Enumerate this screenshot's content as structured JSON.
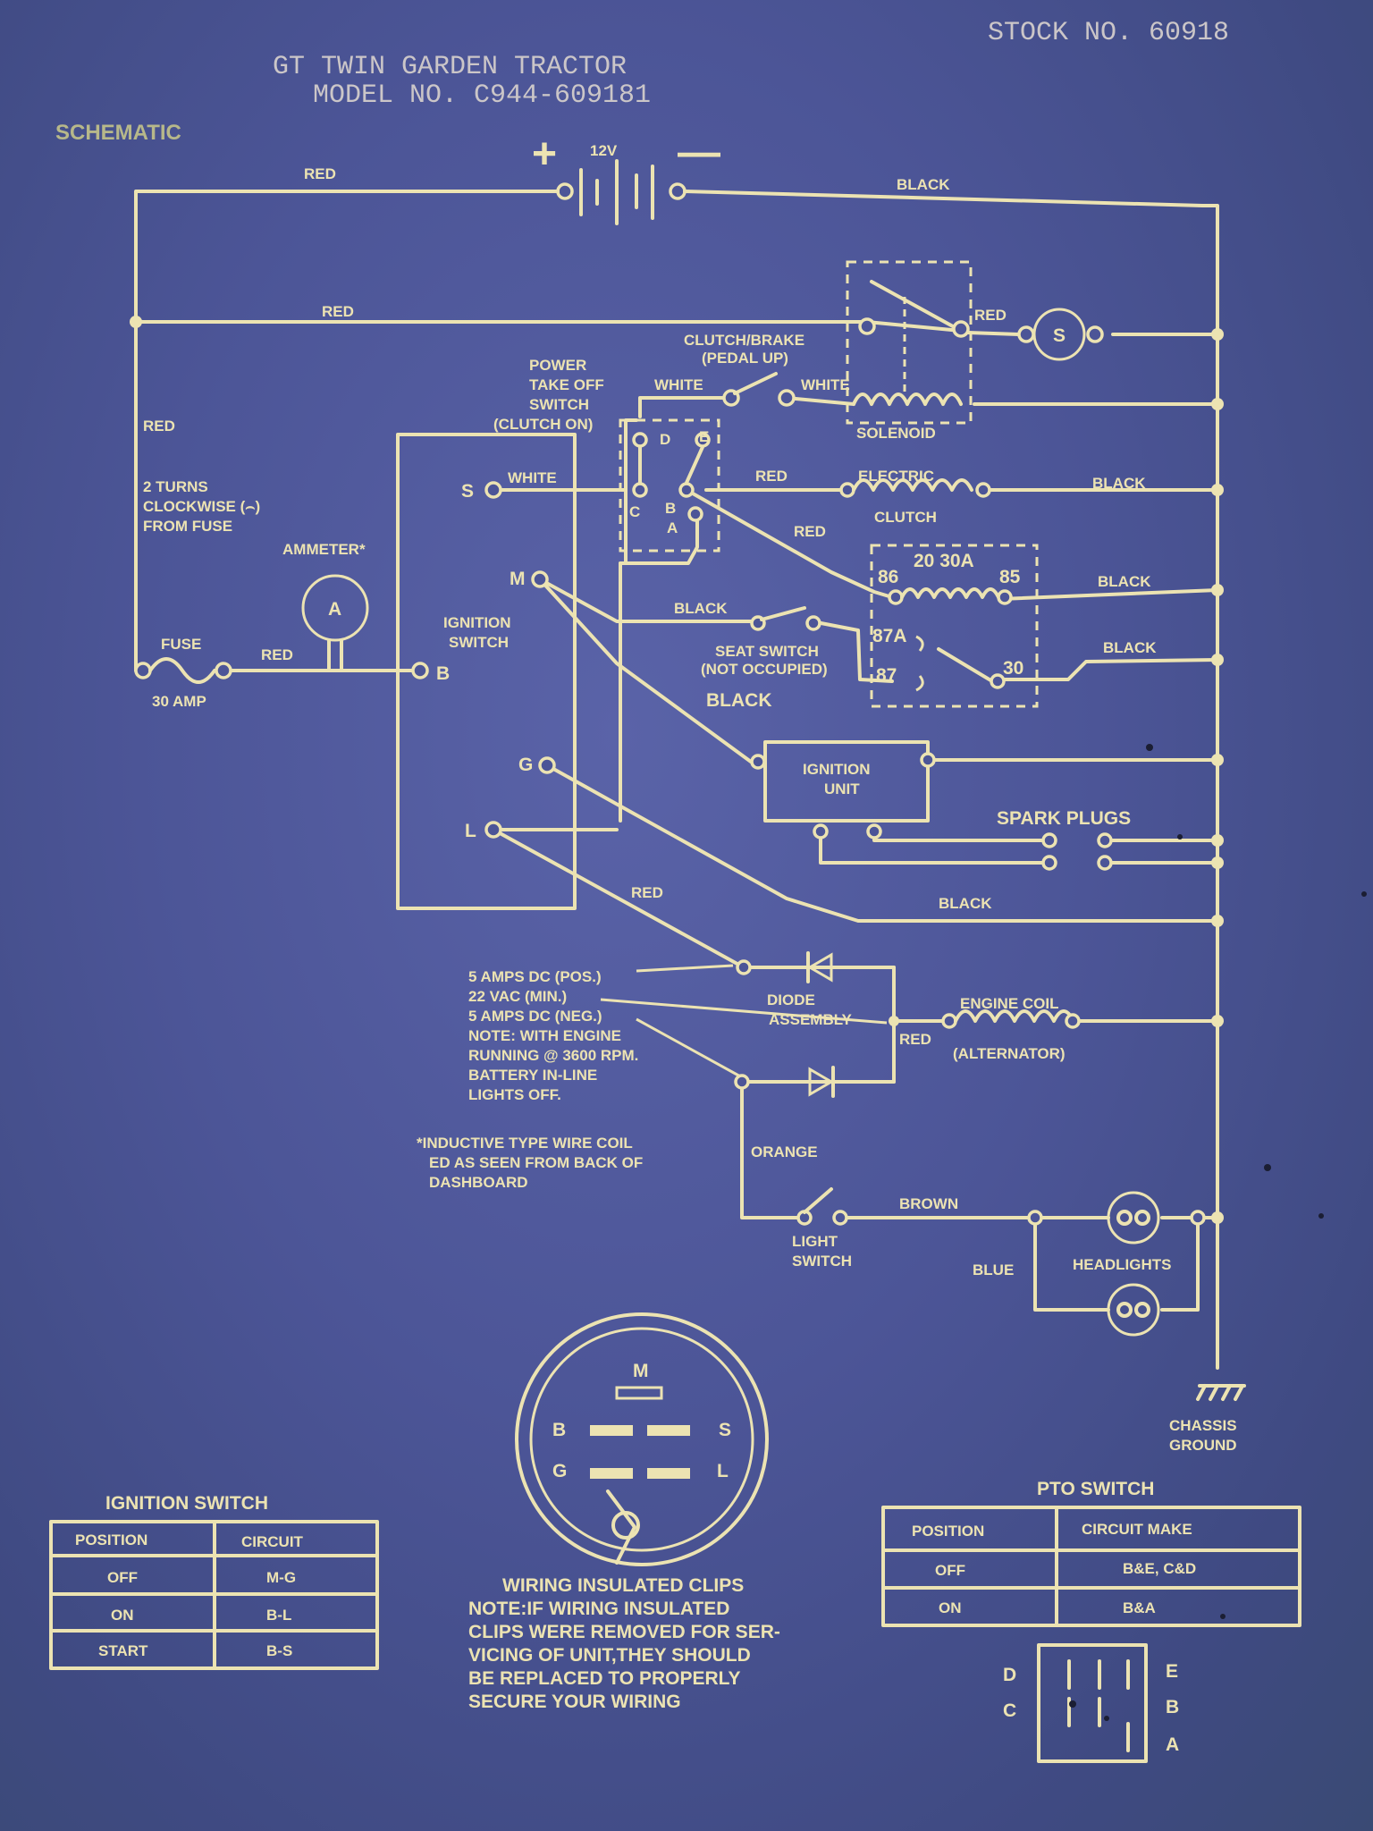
{
  "header": {
    "stock_no": "STOCK NO. 60918",
    "title_line1": "GT TWIN GARDEN TRACTOR",
    "title_line2": "MODEL NO. C944-609181",
    "section": "SCHEMATIC"
  },
  "battery": {
    "plus": "+",
    "minus": "—",
    "voltage": "12V"
  },
  "wire_colors": {
    "red": "RED",
    "black": "BLACK",
    "white": "WHITE",
    "orange": "ORANGE",
    "brown": "BROWN",
    "blue": "BLUE"
  },
  "components": {
    "starter": "S",
    "clutch_brake_line1": "CLUTCH/BRAKE",
    "clutch_brake_line2": "(PEDAL UP)",
    "solenoid": "SOLENOID",
    "pto_line1": "POWER",
    "pto_line2": "TAKE OFF",
    "pto_line3": "SWITCH",
    "pto_line4": "(CLUTCH ON)",
    "electric_clutch_line1": "ELECTRIC",
    "electric_clutch_line2": "CLUTCH",
    "fuse_note_line1": "2 TURNS",
    "fuse_note_line2": "CLOCKWISE (⌢)",
    "fuse_note_line3": "FROM FUSE",
    "ammeter": "AMMETER*",
    "ammeter_symbol": "A",
    "fuse": "FUSE",
    "fuse_rating": "30 AMP",
    "ignition_switch_line1": "IGNITION",
    "ignition_switch_line2": "SWITCH",
    "relay_86": "86",
    "relay_20_30a": "20 30A",
    "relay_85": "85",
    "relay_87a": "87A",
    "relay_87": "87",
    "relay_30": "30",
    "seat_switch_line1": "SEAT SWITCH",
    "seat_switch_line2": "(NOT OCCUPIED)",
    "ignition_unit_line1": "IGNITION",
    "ignition_unit_line2": "UNIT",
    "spark_plugs": "SPARK PLUGS",
    "diode_line1": "DIODE",
    "diode_line2": "ASSEMBLY",
    "engine_coil_line1": "ENGINE COIL",
    "engine_coil_line2": "(ALTERNATOR)",
    "light_switch_line1": "LIGHT",
    "light_switch_line2": "SWITCH",
    "headlights": "HEADLIGHTS",
    "chassis_ground_line1": "CHASSIS",
    "chassis_ground_line2": "GROUND"
  },
  "terminals": {
    "S": "S",
    "M": "M",
    "B": "B",
    "G": "G",
    "L": "L",
    "pto_D": "D",
    "pto_E": "E",
    "pto_C": "C",
    "pto_B": "B",
    "pto_A": "A"
  },
  "diode_notes": [
    "5 AMPS DC (POS.)",
    "22 VAC (MIN.)",
    "5 AMPS DC (NEG.)",
    "NOTE: WITH ENGINE",
    "RUNNING @ 3600 RPM.",
    "BATTERY IN-LINE",
    "LIGHTS OFF."
  ],
  "inductive_note": [
    "*INDUCTIVE TYPE WIRE COIL",
    "ED AS SEEN FROM BACK OF",
    "DASHBOARD"
  ],
  "connector_view": {
    "M": "M",
    "B": "B",
    "S": "S",
    "G": "G",
    "L": "L"
  },
  "clips_note": [
    "WIRING INSULATED CLIPS",
    "NOTE:IF WIRING INSULATED",
    "CLIPS WERE REMOVED FOR SER-",
    "VICING OF UNIT,THEY SHOULD",
    "BE REPLACED TO PROPERLY",
    "SECURE YOUR WIRING"
  ],
  "ignition_table": {
    "title": "IGNITION SWITCH",
    "headers": [
      "POSITION",
      "CIRCUIT"
    ],
    "rows": [
      [
        "OFF",
        "M-G"
      ],
      [
        "ON",
        "B-L"
      ],
      [
        "START",
        "B-S"
      ]
    ]
  },
  "pto_table": {
    "title": "PTO SWITCH",
    "headers": [
      "POSITION",
      "CIRCUIT MAKE"
    ],
    "rows": [
      [
        "OFF",
        "B&E, C&D"
      ],
      [
        "ON",
        "B&A"
      ]
    ]
  },
  "pto_view": {
    "D": "D",
    "C": "C",
    "E": "E",
    "B": "B",
    "A": "A"
  },
  "colors": {
    "background": "#4c5597",
    "ink": "#ece3b2"
  }
}
